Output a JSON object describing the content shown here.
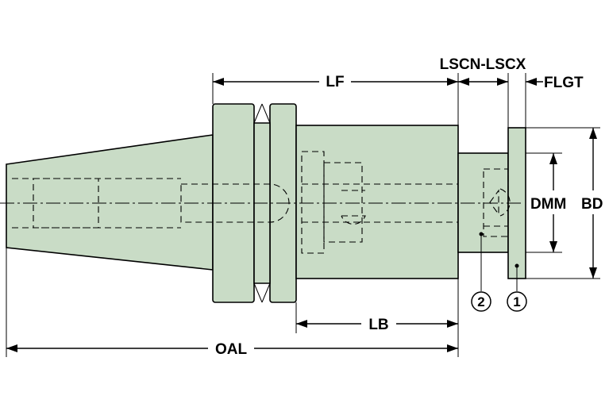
{
  "labels": {
    "lf": "LF",
    "lscn_lscx": "LSCN-LSCX",
    "flgt": "FLGT",
    "dmm": "DMM",
    "bd": "BD",
    "lb": "LB",
    "oal": "OAL"
  },
  "callouts": {
    "item2": "2",
    "item1": "1"
  },
  "colors": {
    "body_fill": "#c9dcc6",
    "line": "#000000"
  }
}
